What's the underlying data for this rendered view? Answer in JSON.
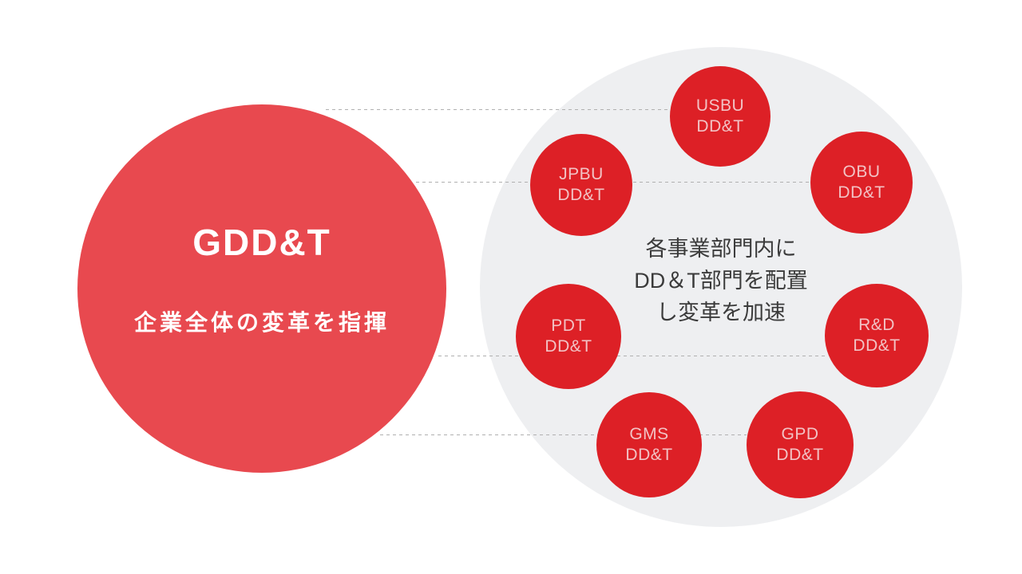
{
  "page": {
    "background_color": "#FFFFFF"
  },
  "left_circle": {
    "title": "GDD&T",
    "subtitle": "企業全体の変革を指揮",
    "fill_color": "#E8494F",
    "text_color": "#FFFFFF"
  },
  "right_circle": {
    "caption": "各事業部門内に\nDD＆T部門を配置\nし変革を加速",
    "fill_color": "#EEEFF1",
    "caption_color": "#3B3B3B",
    "unit_fill_color": "#DD2026",
    "unit_text_color": "#F2C2C4",
    "units": [
      {
        "label": "USBU\nDD&T"
      },
      {
        "label": "OBU\nDD&T"
      },
      {
        "label": "JPBU\nDD&T"
      },
      {
        "label": "PDT\nDD&T"
      },
      {
        "label": "R&D\nDD&T"
      },
      {
        "label": "GMS\nDD&T"
      },
      {
        "label": "GPD\nDD&T"
      }
    ]
  },
  "connectors": {
    "style": "dashed",
    "color": "#B0B0B0",
    "count": 4
  }
}
